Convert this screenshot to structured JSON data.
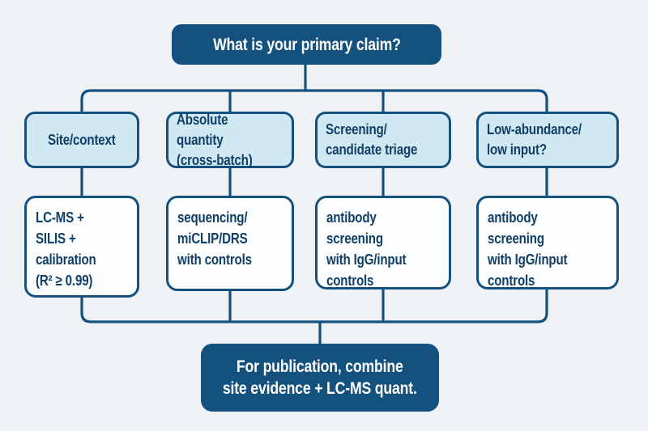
{
  "palette": {
    "dark_blue": "#15517f",
    "light_blue_fill": "#cfe8f2",
    "method_box_fill": "#fbfdfe",
    "background": "#eff2f4",
    "navy_text": "#123f66",
    "white_text": "#ffffff"
  },
  "flowchart": {
    "root": {
      "label": "What is your primary claim?"
    },
    "branches": [
      {
        "question": "Site/context",
        "method": "LC-MS +\nSILIS +\ncalibration\n(R² ≥ 0.99)"
      },
      {
        "question": "Absolute quantity\n(cross-batch)",
        "method": "sequencing/\nmiCLIP/DRS\nwith controls"
      },
      {
        "question": "Screening/\ncandidate triage",
        "method": "antibody screening\nwith IgG/input\ncontrols"
      },
      {
        "question": "Low-abundance/\nlow input?",
        "method": "antibody screening\nwith IgG/input\ncontrols"
      }
    ],
    "conclusion": {
      "label": "For publication, combine\nsite evidence + LC-MS quant."
    }
  }
}
